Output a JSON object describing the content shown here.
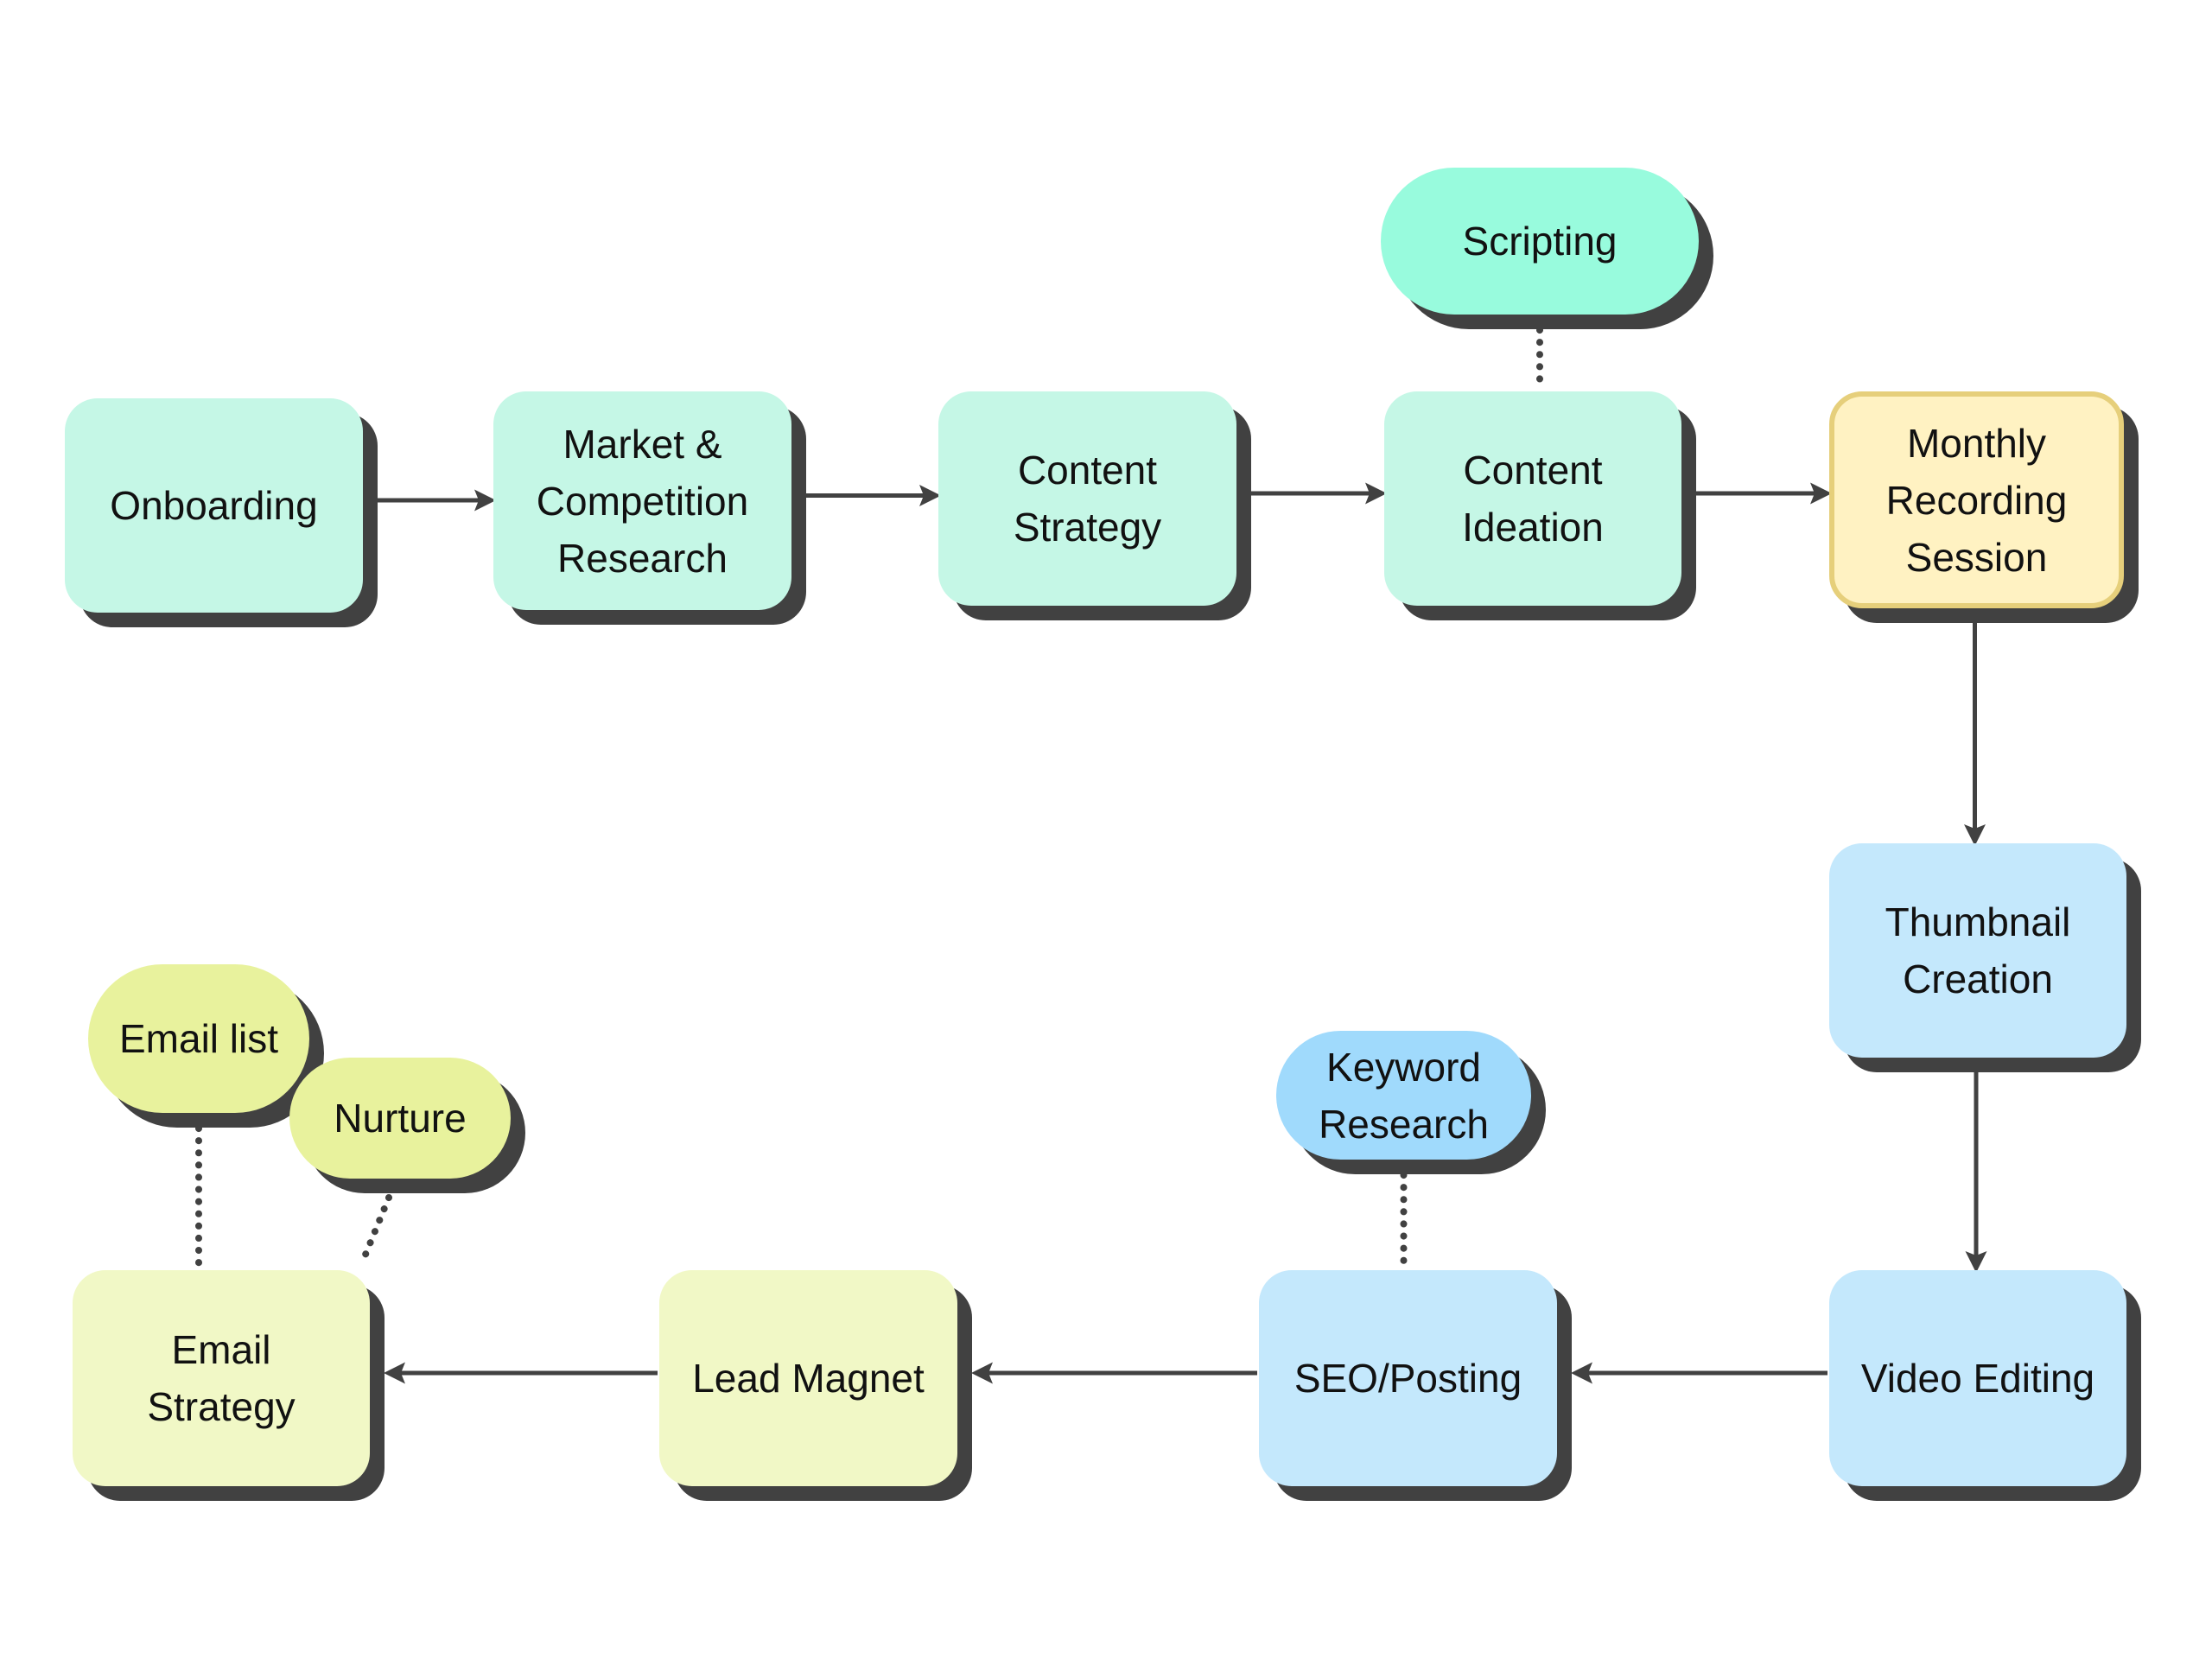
{
  "diagram": {
    "title": "Content production workflow",
    "colors": {
      "mint": "#c5f7e6",
      "mint_strong": "#98fbdd",
      "yellow": "#fff2c2",
      "yellow_border": "#e6cf7b",
      "blue": "#c4e8fc",
      "blue_strong": "#a0dafc",
      "lime": "#f1f8c6",
      "lime_strong": "#e8f29d",
      "shadow": "#414141",
      "edge": "#414141"
    },
    "nodes": [
      {
        "id": "onboarding",
        "label": "Onboarding",
        "shape": "box",
        "color": "mint"
      },
      {
        "id": "market",
        "label": "Market &\nCompetition\nResearch",
        "shape": "box",
        "color": "mint"
      },
      {
        "id": "content_strategy",
        "label": "Content\nStrategy",
        "shape": "box",
        "color": "mint"
      },
      {
        "id": "content_ideation",
        "label": "Content\nIdeation",
        "shape": "box",
        "color": "mint"
      },
      {
        "id": "monthly",
        "label": "Monthly\nRecording\nSession",
        "shape": "box",
        "color": "yellow",
        "highlighted": true
      },
      {
        "id": "scripting",
        "label": "Scripting",
        "shape": "pill",
        "color": "mint_strong"
      },
      {
        "id": "thumbnail",
        "label": "Thumbnail\nCreation",
        "shape": "box",
        "color": "blue"
      },
      {
        "id": "video_editing",
        "label": "Video Editing",
        "shape": "box",
        "color": "blue"
      },
      {
        "id": "seo",
        "label": "SEO/Posting",
        "shape": "box",
        "color": "blue"
      },
      {
        "id": "keyword",
        "label": "Keyword\nResearch",
        "shape": "pill",
        "color": "blue_strong"
      },
      {
        "id": "lead_magnet",
        "label": "Lead Magnet",
        "shape": "box",
        "color": "lime"
      },
      {
        "id": "email_strategy",
        "label": "Email\nStrategy",
        "shape": "box",
        "color": "lime"
      },
      {
        "id": "email_list",
        "label": "Email list",
        "shape": "pill",
        "color": "lime_strong"
      },
      {
        "id": "nurture",
        "label": "Nurture",
        "shape": "pill",
        "color": "lime_strong"
      }
    ],
    "edges": [
      {
        "from": "onboarding",
        "to": "market",
        "style": "arrow"
      },
      {
        "from": "market",
        "to": "content_strategy",
        "style": "arrow"
      },
      {
        "from": "content_strategy",
        "to": "content_ideation",
        "style": "arrow"
      },
      {
        "from": "content_ideation",
        "to": "monthly",
        "style": "arrow"
      },
      {
        "from": "scripting",
        "to": "content_ideation",
        "style": "dotted"
      },
      {
        "from": "monthly",
        "to": "thumbnail",
        "style": "arrow"
      },
      {
        "from": "thumbnail",
        "to": "video_editing",
        "style": "arrow"
      },
      {
        "from": "video_editing",
        "to": "seo",
        "style": "arrow"
      },
      {
        "from": "keyword",
        "to": "seo",
        "style": "dotted"
      },
      {
        "from": "seo",
        "to": "lead_magnet",
        "style": "arrow"
      },
      {
        "from": "lead_magnet",
        "to": "email_strategy",
        "style": "arrow"
      },
      {
        "from": "email_list",
        "to": "email_strategy",
        "style": "dotted"
      },
      {
        "from": "nurture",
        "to": "email_strategy",
        "style": "dotted"
      }
    ]
  }
}
